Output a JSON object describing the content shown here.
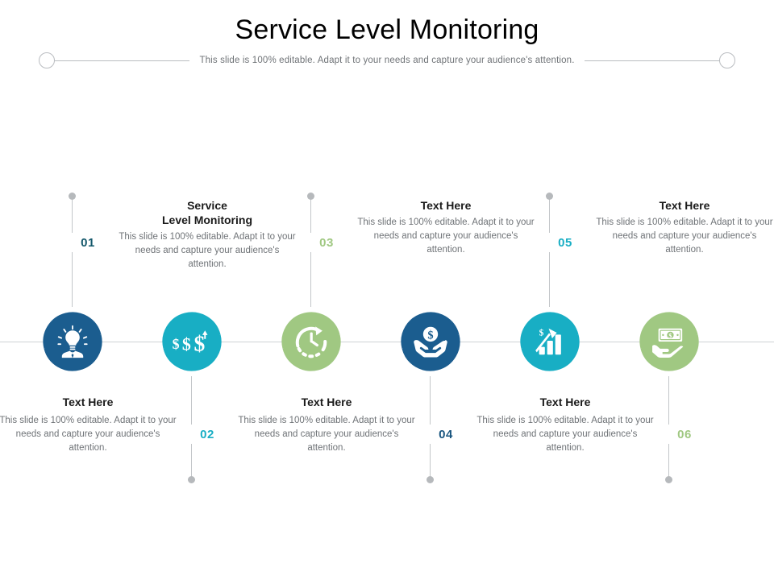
{
  "header": {
    "title": "Service Level Monitoring",
    "subtitle": "This slide is 100% editable. Adapt it to your needs and capture your audience's attention."
  },
  "colors": {
    "dark_blue": "#1b5d8f",
    "teal": "#18aec4",
    "green": "#a0c882",
    "line_gray": "#c3c6c9",
    "body_text": "#6f7377"
  },
  "body_text": "This slide is 100% editable. Adapt it to your needs and capture your audience's attention.",
  "items": [
    {
      "number": "01",
      "number_color": "#14586b",
      "heading": "Text Here",
      "body": "This slide is 100% editable. Adapt it to your needs and capture your audience's attention.",
      "icon": "lightbulb-person-icon",
      "color": "#1b5d8f",
      "position": "bottom-text"
    },
    {
      "number": "02",
      "number_color": "#18aec4",
      "heading_line1": "Service",
      "heading_line2": "Level Monitoring",
      "body": "This slide is 100% editable. Adapt it to your needs and capture your audience's attention.",
      "icon": "dollar-signs-icon",
      "color": "#18aec4",
      "position": "top-text"
    },
    {
      "number": "03",
      "number_color": "#a0c882",
      "heading": "Text Here",
      "body": "This slide is 100% editable. Adapt it to your needs and capture your audience's attention.",
      "icon": "clock-cycle-icon",
      "color": "#a0c882",
      "position": "bottom-text"
    },
    {
      "number": "04",
      "number_color": "#19557f",
      "heading": "Text Here",
      "body": "This slide is 100% editable. Adapt it to your needs and capture your audience's attention.",
      "icon": "hands-holding-dollar-icon",
      "color": "#1b5d8f",
      "position": "top-text"
    },
    {
      "number": "05",
      "number_color": "#18aec4",
      "heading": "Text Here",
      "body": "This slide is 100% editable. Adapt it to your needs and capture your audience's attention.",
      "icon": "growth-bar-chart-icon",
      "color": "#18aec4",
      "position": "bottom-text"
    },
    {
      "number": "06",
      "number_color": "#a0c882",
      "heading": "Text Here",
      "body": "This slide is 100% editable. Adapt it to your needs and capture your audience's attention.",
      "icon": "hand-holding-banknote-icon",
      "color": "#a0c882",
      "position": "top-text"
    }
  ]
}
